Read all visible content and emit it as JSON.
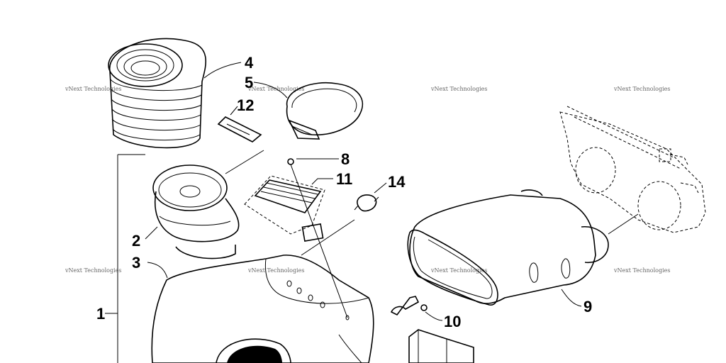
{
  "callouts": [
    {
      "id": "1",
      "label": "1"
    },
    {
      "id": "2",
      "label": "2"
    },
    {
      "id": "3",
      "label": "3"
    },
    {
      "id": "4",
      "label": "4"
    },
    {
      "id": "5",
      "label": "5"
    },
    {
      "id": "8",
      "label": "8"
    },
    {
      "id": "9",
      "label": "9"
    },
    {
      "id": "10",
      "label": "10"
    },
    {
      "id": "11",
      "label": "11"
    },
    {
      "id": "12",
      "label": "12"
    },
    {
      "id": "14",
      "label": "14"
    }
  ],
  "watermark": {
    "text": "vNext Technologies"
  },
  "colors": {
    "ink": "#000000",
    "background": "#ffffff",
    "watermark": "#666666"
  }
}
